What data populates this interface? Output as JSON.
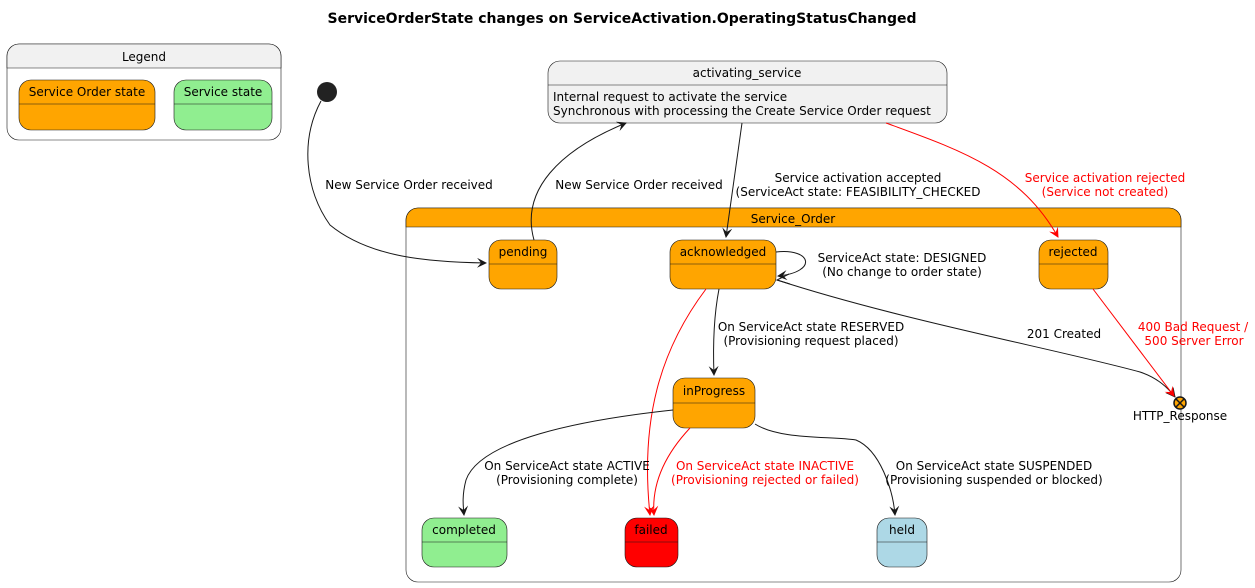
{
  "title": "ServiceOrderState changes on ServiceActivation.OperatingStatusChanged",
  "legend": {
    "title": "Legend",
    "items": [
      {
        "label": "Service Order state",
        "color": "#FFA500"
      },
      {
        "label": "Service state",
        "color": "#90EE90"
      }
    ]
  },
  "colors": {
    "order": "#FFA500",
    "service": "#90EE90",
    "failed": "#FF0000",
    "held": "#ADD8E6",
    "neutral": "#F1F1F1",
    "error": "#FF0000",
    "line": "#181818"
  },
  "activating_service": {
    "title": "activating_service",
    "description": [
      "Internal request to activate the service",
      "Synchronous with processing the Create Service Order request"
    ]
  },
  "composite": {
    "title": "Service_Order"
  },
  "states": {
    "pending": "pending",
    "acknowledged": "acknowledged",
    "rejected": "rejected",
    "inProgress": "inProgress",
    "completed": "completed",
    "failed": "failed",
    "held": "held"
  },
  "exit_point": {
    "label": "HTTP_Response"
  },
  "transitions": {
    "start_to_pending": [
      "New Service Order received"
    ],
    "pending_to_activating": [
      "New Service Order received"
    ],
    "activating_to_acknowledged": [
      "Service activation accepted",
      "(ServiceAct state: FEASIBILITY_CHECKED"
    ],
    "activating_to_rejected": [
      "Service activation rejected",
      "(Service not created)"
    ],
    "acknowledged_self": [
      "ServiceAct state: DESIGNED",
      "(No change to order state)"
    ],
    "acknowledged_to_inProgress": [
      "On ServiceAct state RESERVED",
      "(Provisioning request placed)"
    ],
    "acknowledged_to_http": [
      "201 Created"
    ],
    "rejected_to_http": [
      "400 Bad Request /",
      "500 Server Error"
    ],
    "inProgress_to_completed": [
      "On ServiceAct state ACTIVE",
      "(Provisioning complete)"
    ],
    "inProgress_to_failed": [
      "On ServiceAct state INACTIVE",
      "(Provisioning rejected or failed)"
    ],
    "inProgress_to_held": [
      "On ServiceAct state SUSPENDED",
      "(Provisioning suspended or blocked)"
    ]
  }
}
